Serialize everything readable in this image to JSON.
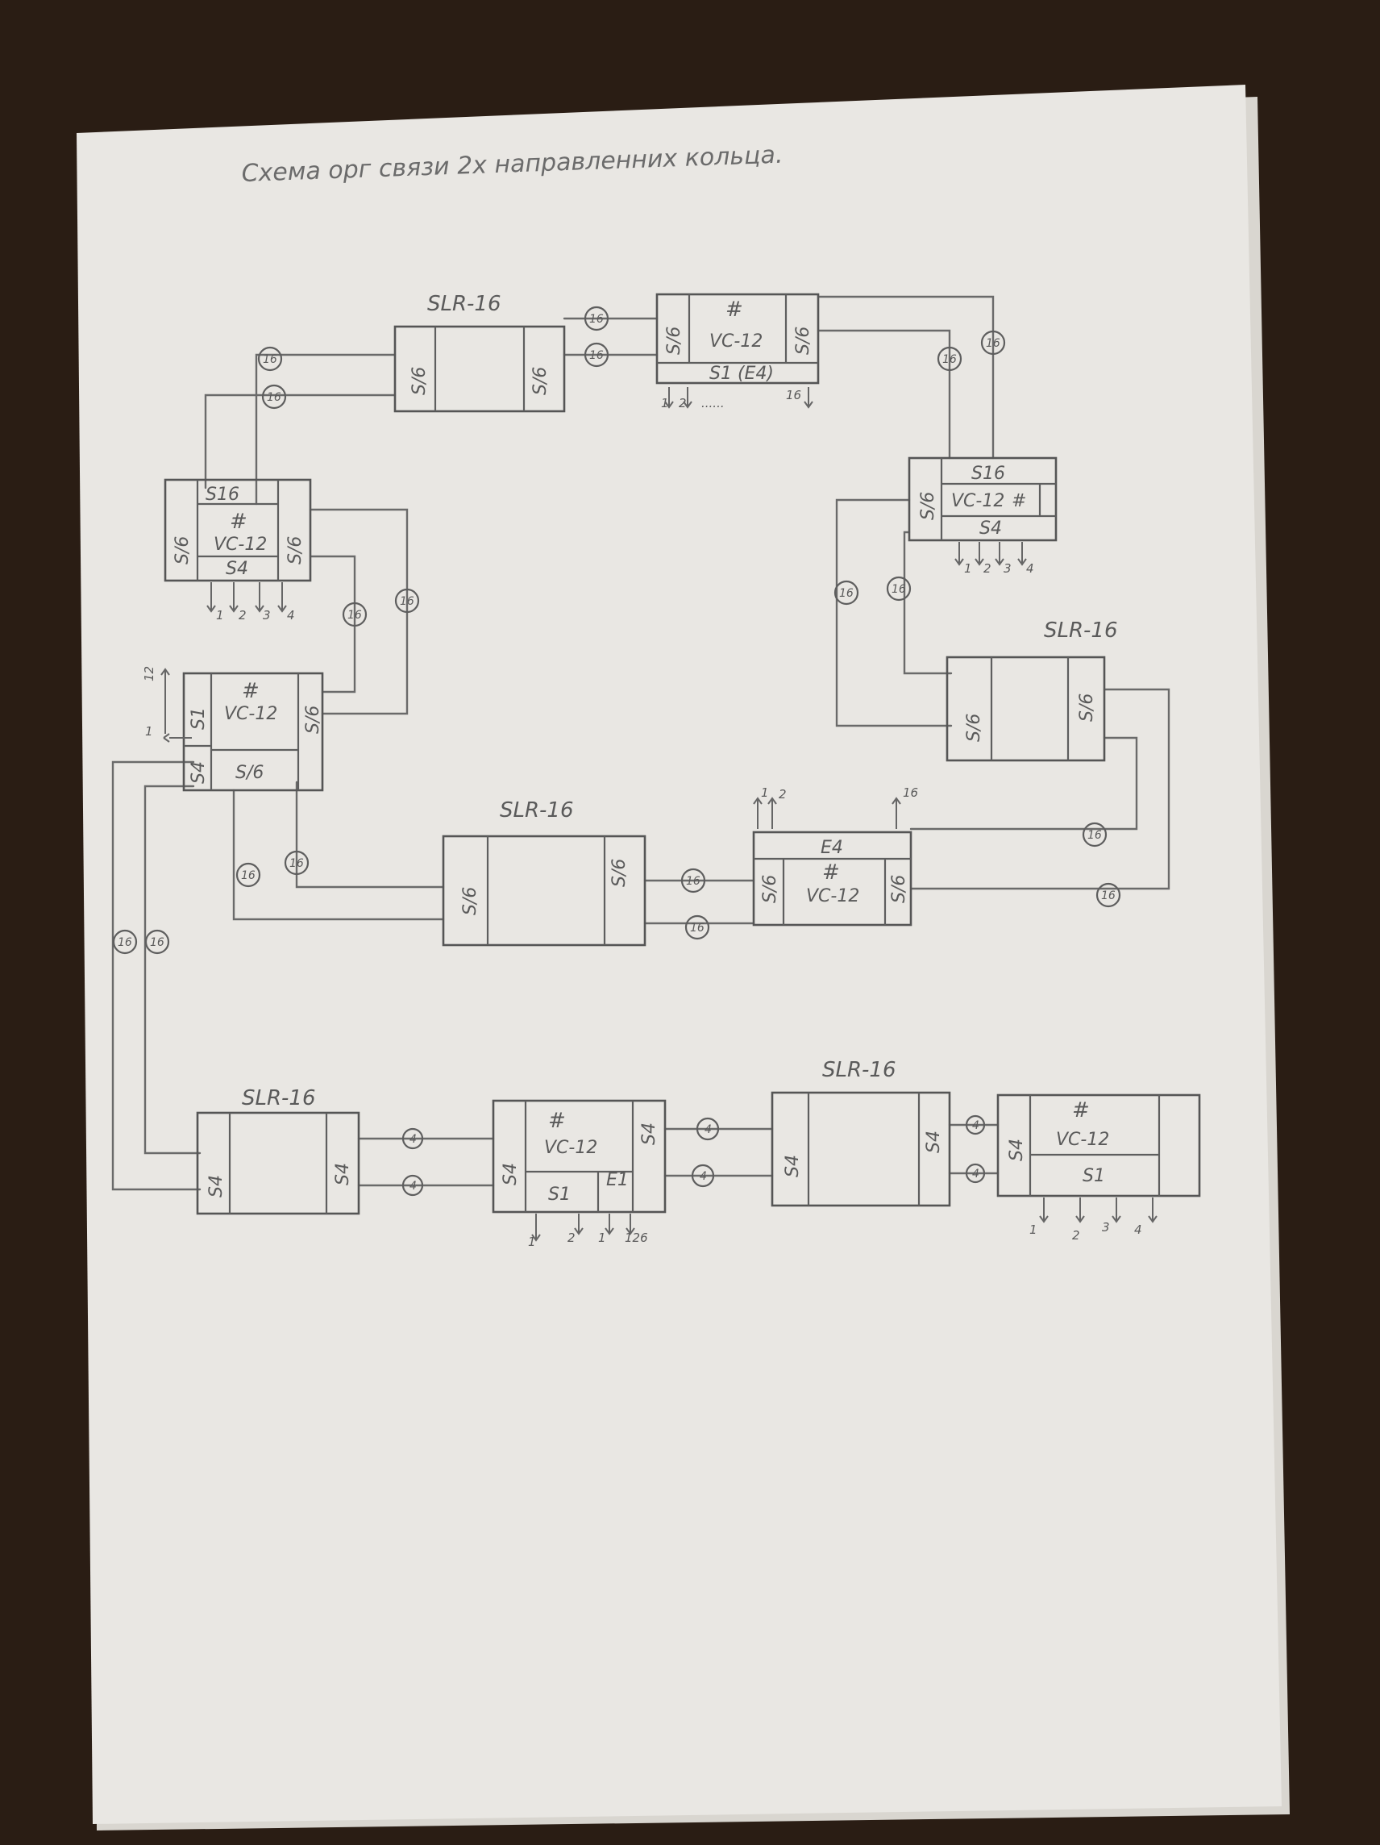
{
  "title": "Схема орг связи 2х направленних кольца.",
  "labels": {
    "slr16": "SLR-16",
    "vc12": "VC-12",
    "hash": "#",
    "s16": "S16",
    "s16_slash": "S/6",
    "s4": "S4",
    "s1": "S1",
    "s1_e4": "S1 (E4)",
    "e4": "E4",
    "e1": "E1",
    "fiber": "16",
    "fiber_bottom": "4"
  },
  "tributaries": {
    "top_mux": [
      "1",
      "2",
      "......",
      "16"
    ],
    "left_upper_mux": [
      "1",
      "2",
      "3",
      "4"
    ],
    "left_lower_mux": [
      "1",
      "12"
    ],
    "right_upper_mux": [
      "1",
      "2",
      "3",
      "4"
    ],
    "center_mux": [
      "1",
      "2",
      "16"
    ],
    "bottom_mid_mux": [
      "1",
      "2",
      "1",
      "126"
    ],
    "bottom_right_mux": [
      "1",
      "2",
      "3",
      "4"
    ]
  }
}
